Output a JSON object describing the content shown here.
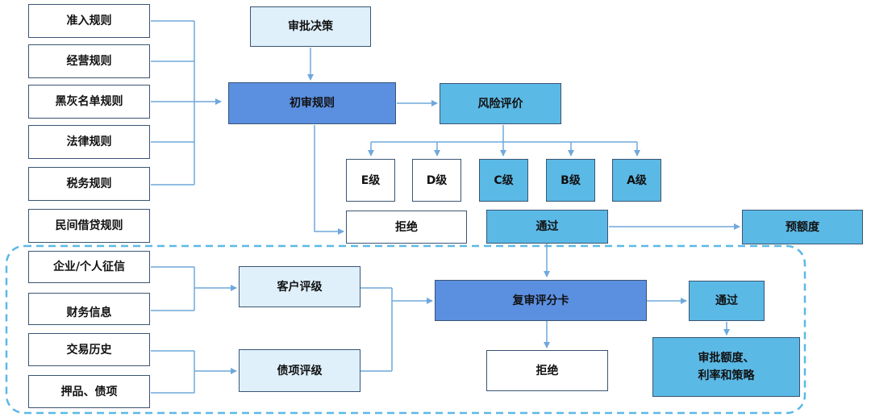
{
  "left_rules": [
    "准入规则",
    "经营规则",
    "黑灰名单规则",
    "法律规则",
    "税务规则",
    "民间借贷规则"
  ],
  "top": {
    "decision": "审批决策",
    "initial_rules": "初审规则",
    "risk_eval": "风险评价",
    "grades": [
      "E级",
      "D级",
      "C级",
      "B级",
      "A级"
    ],
    "reject": "拒绝",
    "pass": "通过",
    "pre_quota": "预额度"
  },
  "bottom": {
    "inputs": [
      "企业/个人征信",
      "财务信息",
      "交易历史",
      "押品、债项"
    ],
    "customer_rating": "客户评级",
    "debt_rating": "债项评级",
    "review_scorecard": "复审评分卡",
    "reject": "拒绝",
    "pass": "通过",
    "final_line1": "审批额度、",
    "final_line2": "利率和策略"
  },
  "colors": {
    "line": "#6fa8dc",
    "dashed_border": "#5bb9e6",
    "blue_box": "#5b8fe0",
    "cyan_box": "#5bb9e6",
    "light_box": "#dff0fb"
  }
}
